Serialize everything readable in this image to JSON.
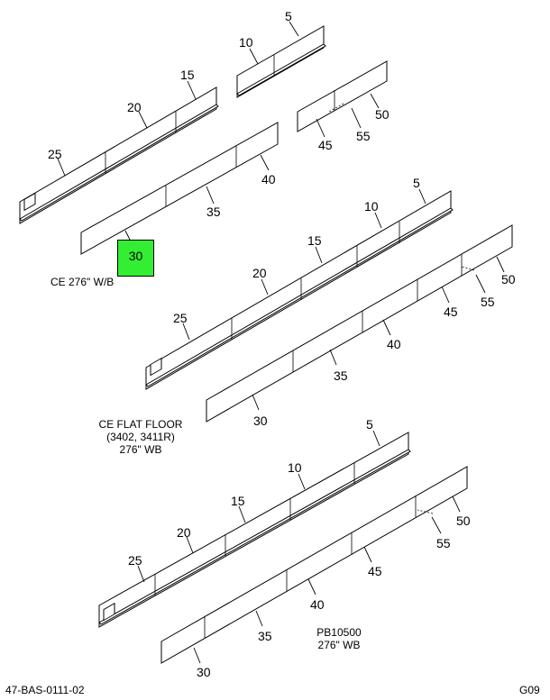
{
  "highlight": {
    "label": "30",
    "color": "#33ee33"
  },
  "captions": {
    "group1": "CE 276\" W/B",
    "group2_line1": "CE FLAT FLOOR",
    "group2_line2": "(3402, 3411R)",
    "group2_line3": "276\" WB",
    "group3_line1": "PB10500",
    "group3_line2": "276\" WB"
  },
  "footer": {
    "left": "47-BAS-0111-02",
    "right": "G09"
  },
  "callouts": {
    "g1": [
      "5",
      "10",
      "15",
      "20",
      "25",
      "40",
      "35",
      "50",
      "55",
      "45"
    ],
    "g2": [
      "5",
      "10",
      "15",
      "20",
      "25",
      "50",
      "55",
      "45",
      "40",
      "35",
      "30"
    ],
    "g3": [
      "5",
      "10",
      "15",
      "20",
      "25",
      "50",
      "55",
      "45",
      "40",
      "35",
      "30"
    ]
  }
}
